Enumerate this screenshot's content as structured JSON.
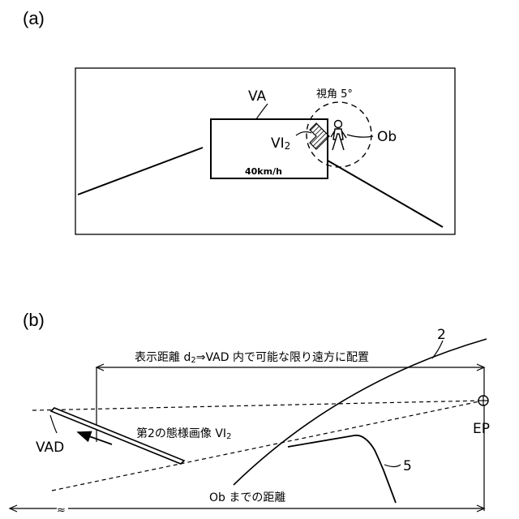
{
  "panel_a": {
    "label": "(a)",
    "va_label": "VA",
    "view_angle_label": "視角 5°",
    "vi_label": "VI",
    "vi_sub": "2",
    "ob_label": "Ob",
    "speed_text": "40km/h"
  },
  "panel_b": {
    "label": "(b)",
    "distance_text_1": "表示距離 d",
    "distance_sub": "2",
    "distance_text_2": "⇒VAD 内で可能な限り遠方に配置",
    "mode_text_1": "第2の態様画像 VI",
    "mode_sub": "2",
    "vad_label": "VAD",
    "ep_label": "EP",
    "windshield_label": "2",
    "ob_distance_text": "Ob までの距離",
    "obstacle_label": "5",
    "break_mark": "≈"
  }
}
